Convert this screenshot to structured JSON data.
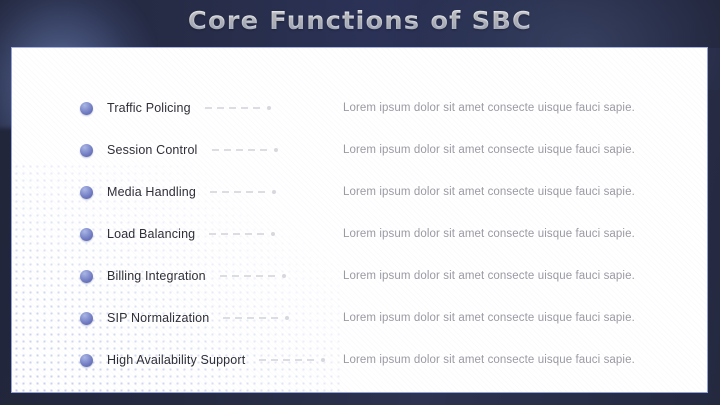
{
  "slide": {
    "title": "Core Functions of SBC",
    "colors": {
      "header_navy": "#2b3257",
      "frame_navy": "#23283a",
      "card_background": "#ffffff",
      "card_border": "#93a2d6",
      "bullet_blue": "#6c76bd",
      "label_text": "#2f2f38",
      "description_text": "#9a9aa3",
      "connector_gray": "#dcdde3",
      "dot_grid": "#9aa8dc"
    }
  },
  "items": [
    {
      "label": "Traffic Policing",
      "description": "Lorem ipsum dolor sit amet consecte uisque fauci sapie."
    },
    {
      "label": "Session Control",
      "description": "Lorem ipsum dolor sit amet consecte uisque fauci sapie."
    },
    {
      "label": "Media Handling",
      "description": "Lorem ipsum dolor sit amet consecte uisque fauci sapie."
    },
    {
      "label": "Load Balancing",
      "description": "Lorem ipsum dolor sit amet consecte uisque fauci sapie."
    },
    {
      "label": "Billing Integration",
      "description": "Lorem ipsum dolor sit amet consecte uisque fauci sapie."
    },
    {
      "label": "SIP Normalization",
      "description": "Lorem ipsum dolor sit amet consecte uisque fauci sapie."
    },
    {
      "label": "High Availability Support",
      "description": "Lorem ipsum dolor sit amet consecte uisque fauci sapie."
    }
  ],
  "connector": {
    "dash_count": 5
  }
}
